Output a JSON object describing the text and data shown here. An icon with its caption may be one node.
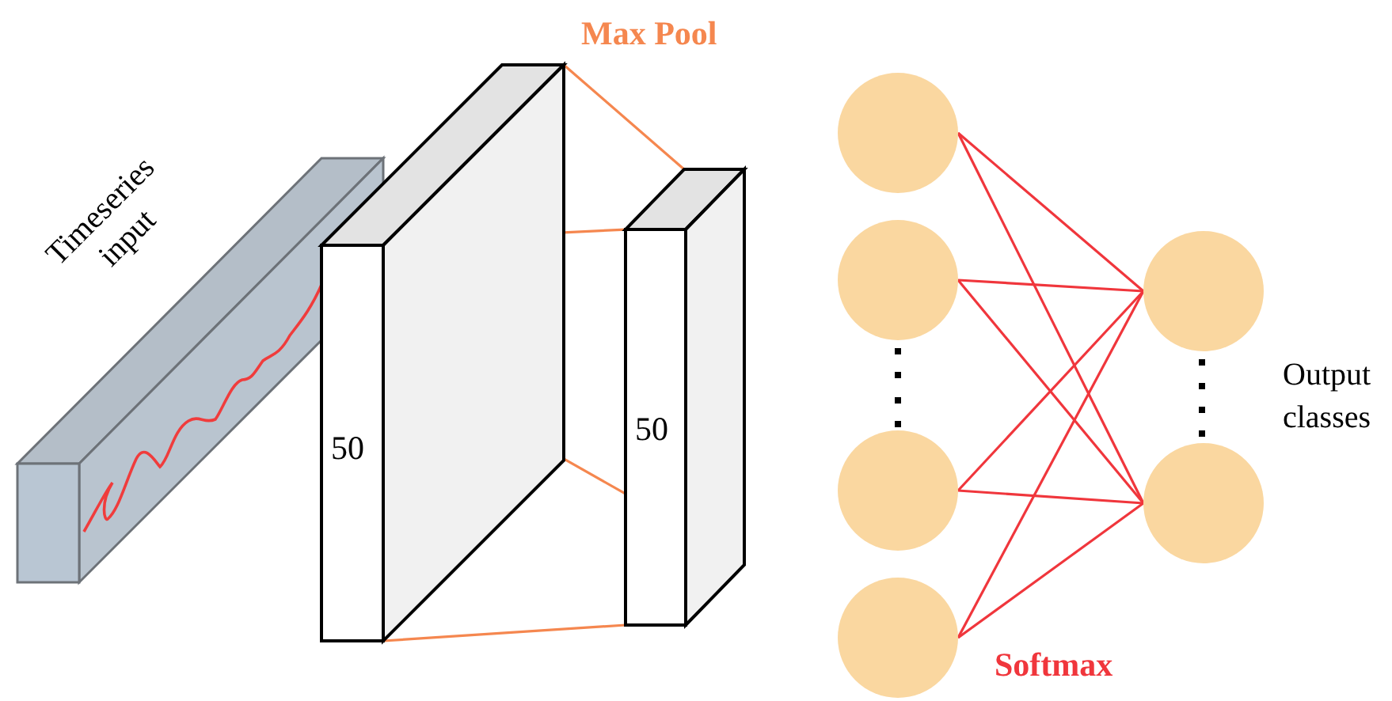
{
  "diagram": {
    "nodes": [
      {
        "text": [],
        "shape": "box",
        "beside": [
          "Timeseries input"
        ]
      },
      {
        "text": [
          "50"
        ]
      },
      {
        "text": [
          "50"
        ]
      },
      {
        "text": [],
        "shape": "circle"
      },
      {
        "text": [],
        "shape": "circle"
      },
      {
        "text": [],
        "shape": "circle"
      },
      {
        "text": [],
        "shape": "circle"
      },
      {
        "text": [],
        "shape": "circle"
      },
      {
        "text": [],
        "shape": "circle"
      }
    ],
    "edges": [
      {
        "from": 1,
        "to": 2,
        "arrow": "none",
        "color": "#f5874f"
      },
      {
        "from": 1,
        "to": 2,
        "arrow": "none",
        "color": "#f5874f"
      },
      {
        "from": 1,
        "to": 2,
        "arrow": "none",
        "color": "#f5874f"
      },
      {
        "from": 1,
        "to": 2,
        "arrow": "none",
        "color": "#f5874f"
      },
      {
        "from": 3,
        "to": 7,
        "arrow": "none"
      },
      {
        "from": 3,
        "to": 8,
        "arrow": "none"
      },
      {
        "from": 4,
        "to": 7,
        "arrow": "none"
      },
      {
        "from": 4,
        "to": 8,
        "arrow": "none"
      },
      {
        "from": 5,
        "to": 7,
        "arrow": "none"
      },
      {
        "from": 5,
        "to": 8,
        "arrow": "none"
      },
      {
        "from": 6,
        "to": 7,
        "arrow": "none"
      },
      {
        "from": 6,
        "to": 8,
        "arrow": "none"
      }
    ],
    "labels": [
      "Max Pool",
      "Output classes",
      "Softmax"
    ]
  }
}
